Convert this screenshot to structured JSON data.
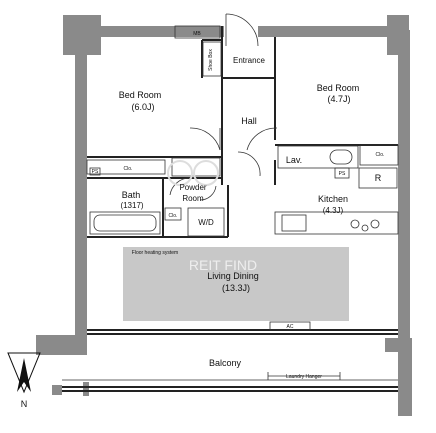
{
  "rooms": {
    "bed_room_1": {
      "name": "Bed Room",
      "size": "(6.0J)"
    },
    "bed_room_2": {
      "name": "Bed Room",
      "size": "(4.7J)"
    },
    "entrance": "Entrance",
    "hall": "Hall",
    "lav": "Lav.",
    "bath": {
      "name": "Bath",
      "size": "(1317)"
    },
    "powder_room": {
      "line1": "Powder",
      "line2": "Room"
    },
    "wd": "W/D",
    "kitchen": {
      "name": "Kitchen",
      "size": "(4.3J)"
    },
    "living_dining": {
      "name": "Living Dining",
      "size": "(13.3J)"
    },
    "balcony": "Balcony"
  },
  "fixtures": {
    "mb": "MB",
    "shoe_box": "Shoe Box",
    "clo_1": "Clo.",
    "clo_2": "Clo.",
    "clo_3": "Clo.",
    "ps_1": "PS",
    "ps_2": "PS",
    "refrigerator": "R",
    "floor_heating": "Floor heating system",
    "ac": "AC",
    "laundry_hanger": "Laundry Hanger"
  },
  "compass": {
    "label": "N"
  },
  "watermark": "REIT FIND",
  "colors": {
    "wall": "#8a8a8a",
    "floor_heating": "#c8c8c8",
    "line": "#222222"
  }
}
